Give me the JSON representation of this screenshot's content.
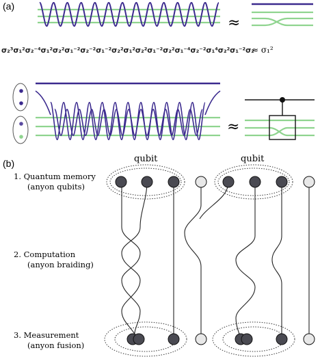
{
  "panel_a": {
    "label": "(a)",
    "approx_symbol": "≈",
    "braid_word": "σ₂³σ₁²σ₂⁻⁴σ₁²σ₂²σ₁⁻²σ₂⁻²σ₁⁻²σ₂²σ₁²σ₂²σ₁⁻²σ₂²σ₁⁻⁴σ₂⁻²σ₁⁴σ₂²σ₁⁻²σ₂",
    "braid_result": "≈  σ₁²",
    "colors": {
      "weave": "#3b2a8e",
      "strand": "#8fd48f"
    }
  },
  "panel_b": {
    "label": "(b)",
    "qubit_labels": [
      "qubit",
      "qubit"
    ],
    "stages": [
      {
        "title": "1.  Quantum memory",
        "subtitle": "(anyon qubits)"
      },
      {
        "title": "2.  Computation",
        "subtitle": "(anyon braiding)"
      },
      {
        "title": "3.  Measurement",
        "subtitle": "(anyon fusion)"
      }
    ],
    "colors": {
      "anyon_dark": "#4a4a52",
      "anyon_light": "#e8e8e8",
      "line": "#222222"
    }
  }
}
